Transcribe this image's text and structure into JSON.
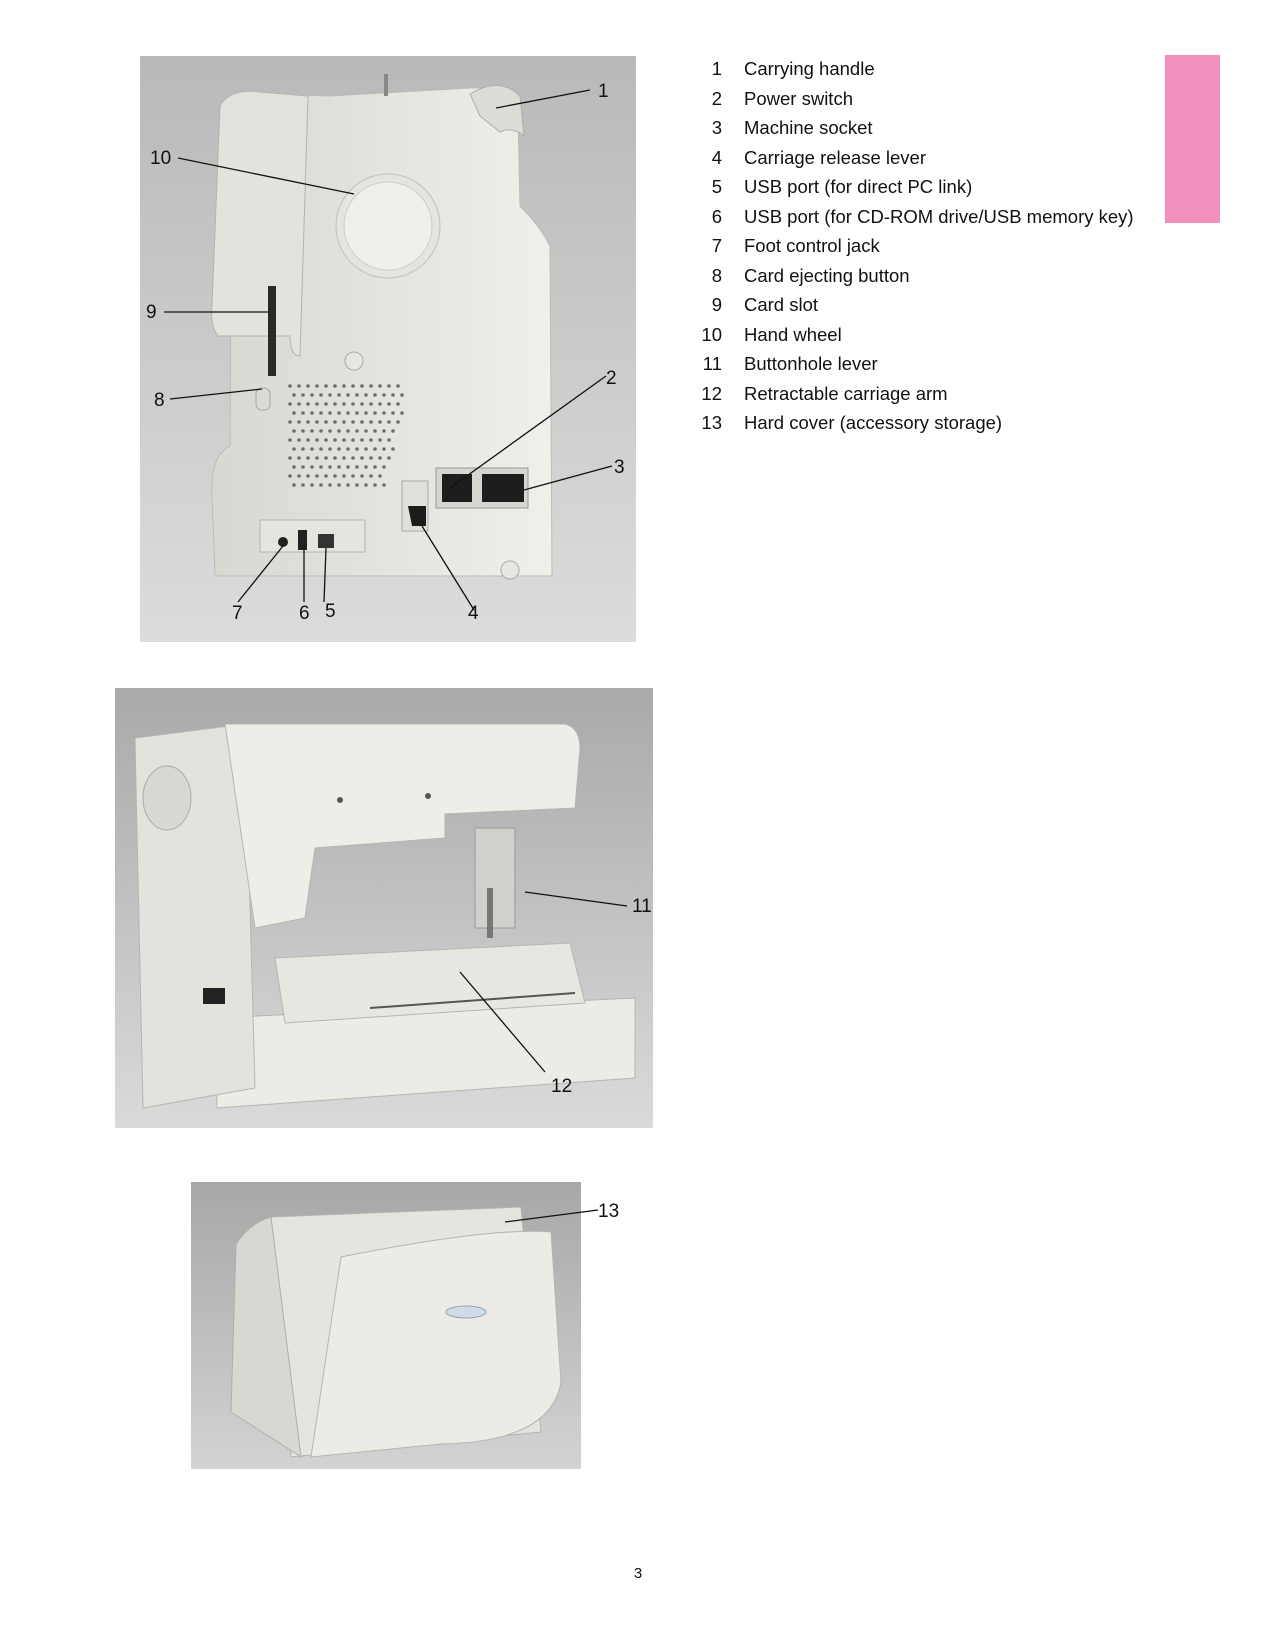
{
  "parts": [
    {
      "num": "1",
      "label": "Carrying handle"
    },
    {
      "num": "2",
      "label": "Power switch"
    },
    {
      "num": "3",
      "label": "Machine socket"
    },
    {
      "num": "4",
      "label": "Carriage release lever"
    },
    {
      "num": "5",
      "label": "USB port (for direct PC link)"
    },
    {
      "num": "6",
      "label": "USB port (for CD-ROM drive/USB memory key)"
    },
    {
      "num": "7",
      "label": "Foot control jack"
    },
    {
      "num": "8",
      "label": "Card ejecting button"
    },
    {
      "num": "9",
      "label": "Card slot"
    },
    {
      "num": "10",
      "label": "Hand wheel"
    },
    {
      "num": "11",
      "label": "Buttonhole lever"
    },
    {
      "num": "12",
      "label": "Retractable carriage arm"
    },
    {
      "num": "13",
      "label": "Hard cover (accessory storage)"
    }
  ],
  "callouts": {
    "c1": "1",
    "c2": "2",
    "c3": "3",
    "c4": "4",
    "c5": "5",
    "c6": "6",
    "c7": "7",
    "c8": "8",
    "c9": "9",
    "c10": "10",
    "c11": "11",
    "c12": "12",
    "c13": "13"
  },
  "page_number": "3",
  "colors": {
    "tab_marker": "#f28fbd",
    "photo_background": "#c9c9c9",
    "machine_body": "#ebe9e3"
  }
}
